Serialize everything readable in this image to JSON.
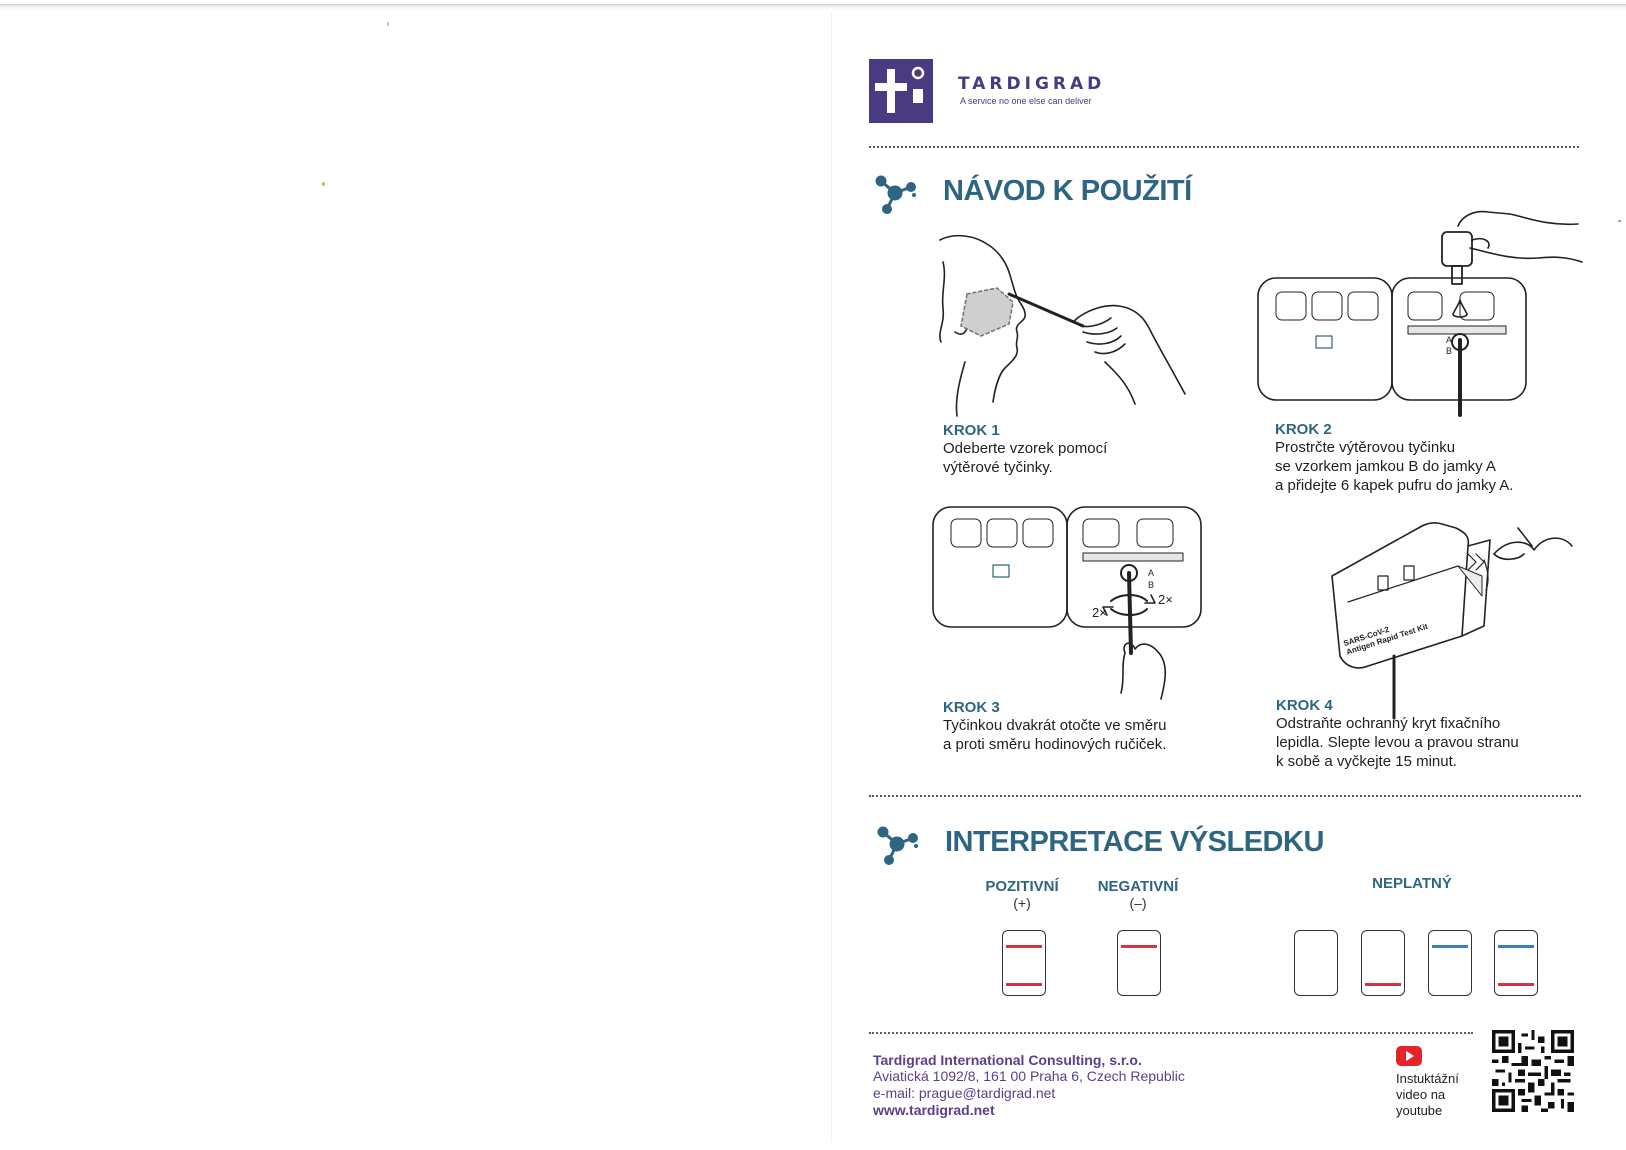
{
  "brand": {
    "name": "TARDIGRAD",
    "tagline": "A service no one else can deliver",
    "colors": {
      "brand": "#4a3a80",
      "heading": "#2e6682",
      "footer": "#5b3f8c"
    }
  },
  "instructions": {
    "title": "NÁVOD K  POUŽITÍ",
    "icon": "molecule-icon",
    "steps": [
      {
        "title": "KROK 1",
        "lines": [
          "Odeberte vzorek pomocí",
          "výtěrové tyčinky."
        ]
      },
      {
        "title": "KROK 2",
        "lines": [
          "Prostrčte výtěrovou tyčinku",
          "se vzorkem jamkou B do jamky A",
          "a přidejte 6 kapek pufru do jamky A."
        ]
      },
      {
        "title": "KROK 3",
        "lines": [
          "Tyčinkou dvakrát otočte ve směru",
          "a proti směru hodinových ručiček."
        ]
      },
      {
        "title": "KROK 4",
        "lines": [
          "Odstraňte ochranný kryt fixačního",
          "lepidla. Slepte levou a pravou stranu",
          "k sobě a vyčkejte 15 minut."
        ]
      }
    ],
    "illustration_labels": {
      "well_a": "A",
      "well_b": "B",
      "rotate_left": "2×",
      "rotate_right": "2×",
      "kit_text_1": "SARS-CoV-2",
      "kit_text_2": "Antigen Rapid Test Kit"
    }
  },
  "interpretation": {
    "title": "INTERPRETACE VÝSLEDKU",
    "icon": "molecule-icon",
    "positive": {
      "label": "POZITIVNÍ",
      "sign": "(+)"
    },
    "negative": {
      "label": "NEGATIVNÍ",
      "sign": "(–)"
    },
    "invalid": {
      "label": "NEPLATNÝ"
    },
    "line_colors": {
      "red": "#d4334a",
      "blue": "#3a7fc0"
    }
  },
  "footer": {
    "company": "Tardigrad International Consulting, s.r.o.",
    "address": "Aviatická 1092/8, 161 00 Praha 6, Czech Republic",
    "email": "e-mail: prague@tardigrad.net",
    "web": "www.tardigrad.net",
    "youtube_lines": [
      "Instuktážní",
      "video na",
      "youtube"
    ],
    "youtube_icon": "youtube-icon",
    "qr_icon": "qr-code-icon"
  }
}
